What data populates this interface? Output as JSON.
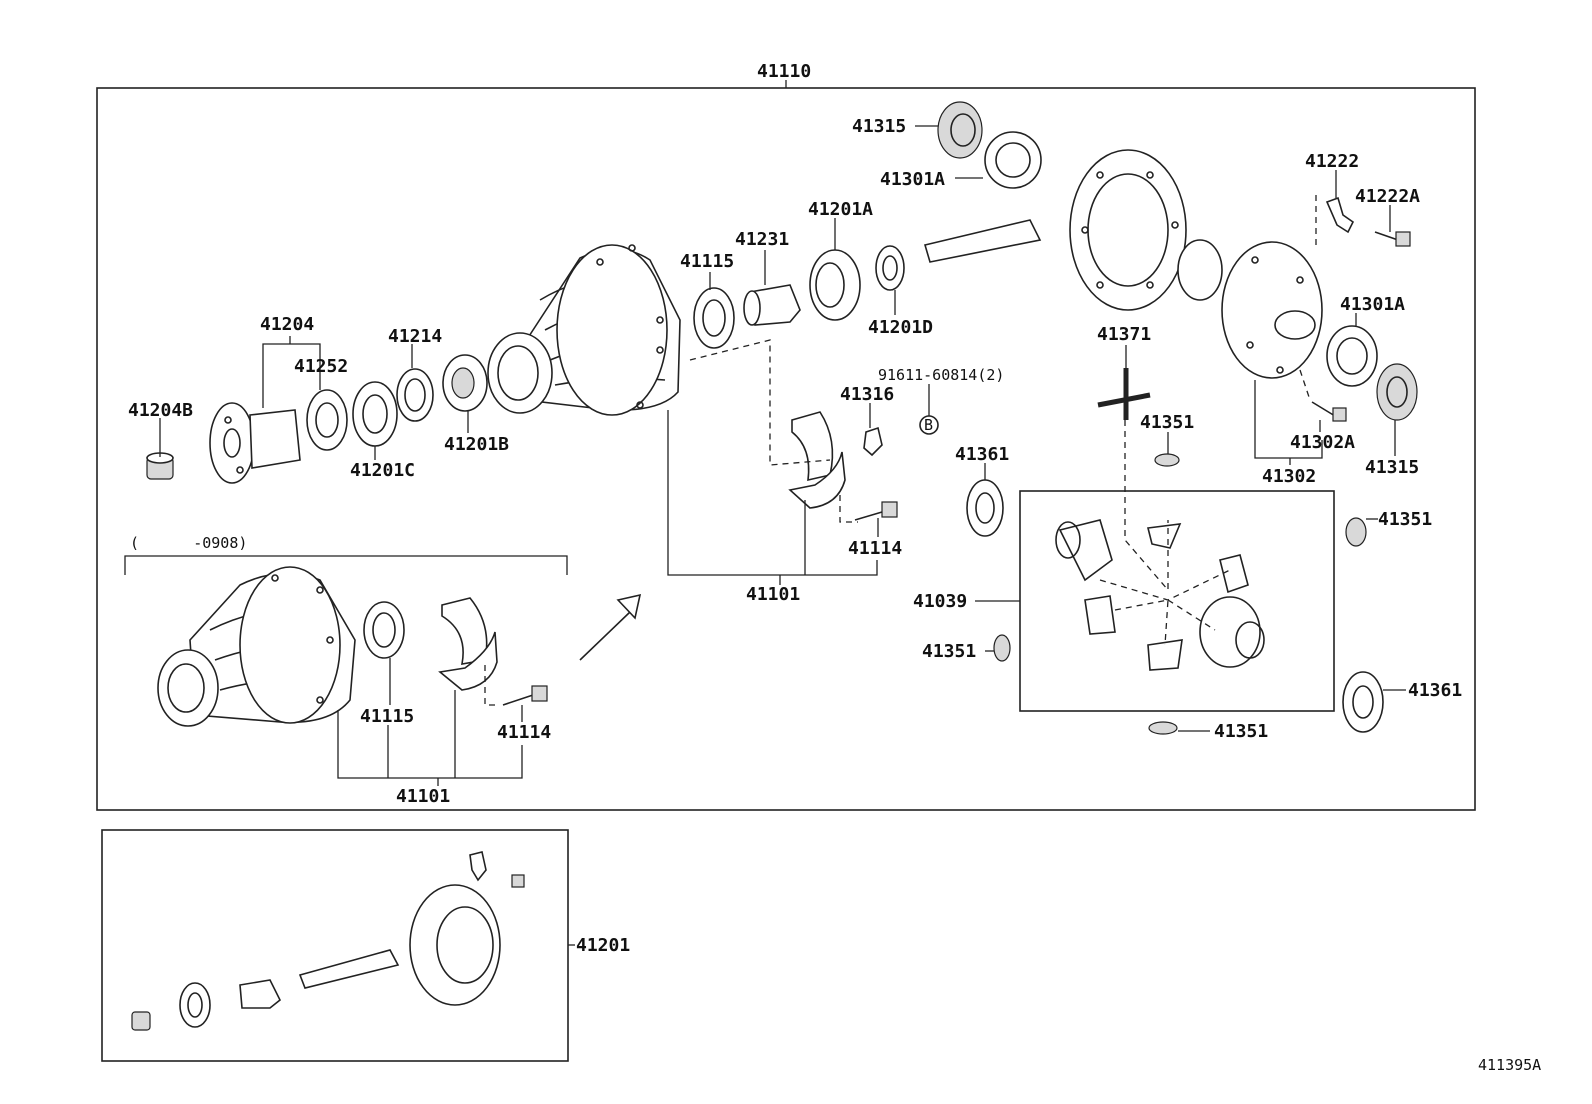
{
  "diagram_id": "411395A",
  "date_range_note": "(      -0908)",
  "labels": {
    "41110": "41110",
    "41315_top": "41315",
    "41301A_top": "41301A",
    "41222": "41222",
    "41222A": "41222A",
    "41201A": "41201A",
    "41231": "41231",
    "41115_top": "41115",
    "41201D": "41201D",
    "41204": "41204",
    "41252": "41252",
    "41214": "41214",
    "41204B": "41204B",
    "41201C": "41201C",
    "41201B": "41201B",
    "41371": "41371",
    "91611": "91611-60814(2)",
    "41316": "41316",
    "B_marker": "B",
    "41301A_right": "41301A",
    "41351_mid": "41351",
    "41361_left": "41361",
    "41302A": "41302A",
    "41302": "41302",
    "41315_right": "41315",
    "41351_right": "41351",
    "41114_top": "41114",
    "41101_top": "41101",
    "41039": "41039",
    "41351_left": "41351",
    "41361_right": "41361",
    "41351_bottom": "41351",
    "41115_inset": "41115",
    "41114_inset": "41114",
    "41101_inset": "41101",
    "41201": "41201"
  }
}
